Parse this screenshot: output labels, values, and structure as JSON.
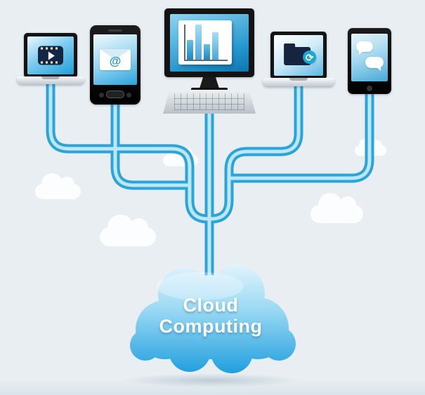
{
  "diagram": {
    "cloud": {
      "line1": "Cloud",
      "line2": "Computing"
    },
    "devices": [
      {
        "id": "laptop-video",
        "icon": "video-play-icon"
      },
      {
        "id": "smartphone-email",
        "icon": "email-envelope-icon"
      },
      {
        "id": "desktop-chart",
        "icon": "bar-chart-icon"
      },
      {
        "id": "laptop-folder",
        "icon": "folder-sync-icon"
      },
      {
        "id": "tablet-chat",
        "icon": "chat-bubbles-icon"
      }
    ],
    "icons": {
      "email_at": "@",
      "folder_sync": "⟳"
    },
    "colors": {
      "background": "#e9eef2",
      "pipe": "#2ba4d9",
      "pipe_highlight": "#bde7f7",
      "cloud_top": "#e3f5fd",
      "cloud_bottom": "#169adc",
      "screen_blue": "#2aa3dd",
      "label_text": "#ffffff"
    }
  },
  "chart_data": {
    "type": "bar",
    "categories": [
      "",
      "",
      "",
      ""
    ],
    "values": [
      5,
      9,
      4,
      7
    ],
    "title": "",
    "xlabel": "",
    "ylabel": ""
  }
}
